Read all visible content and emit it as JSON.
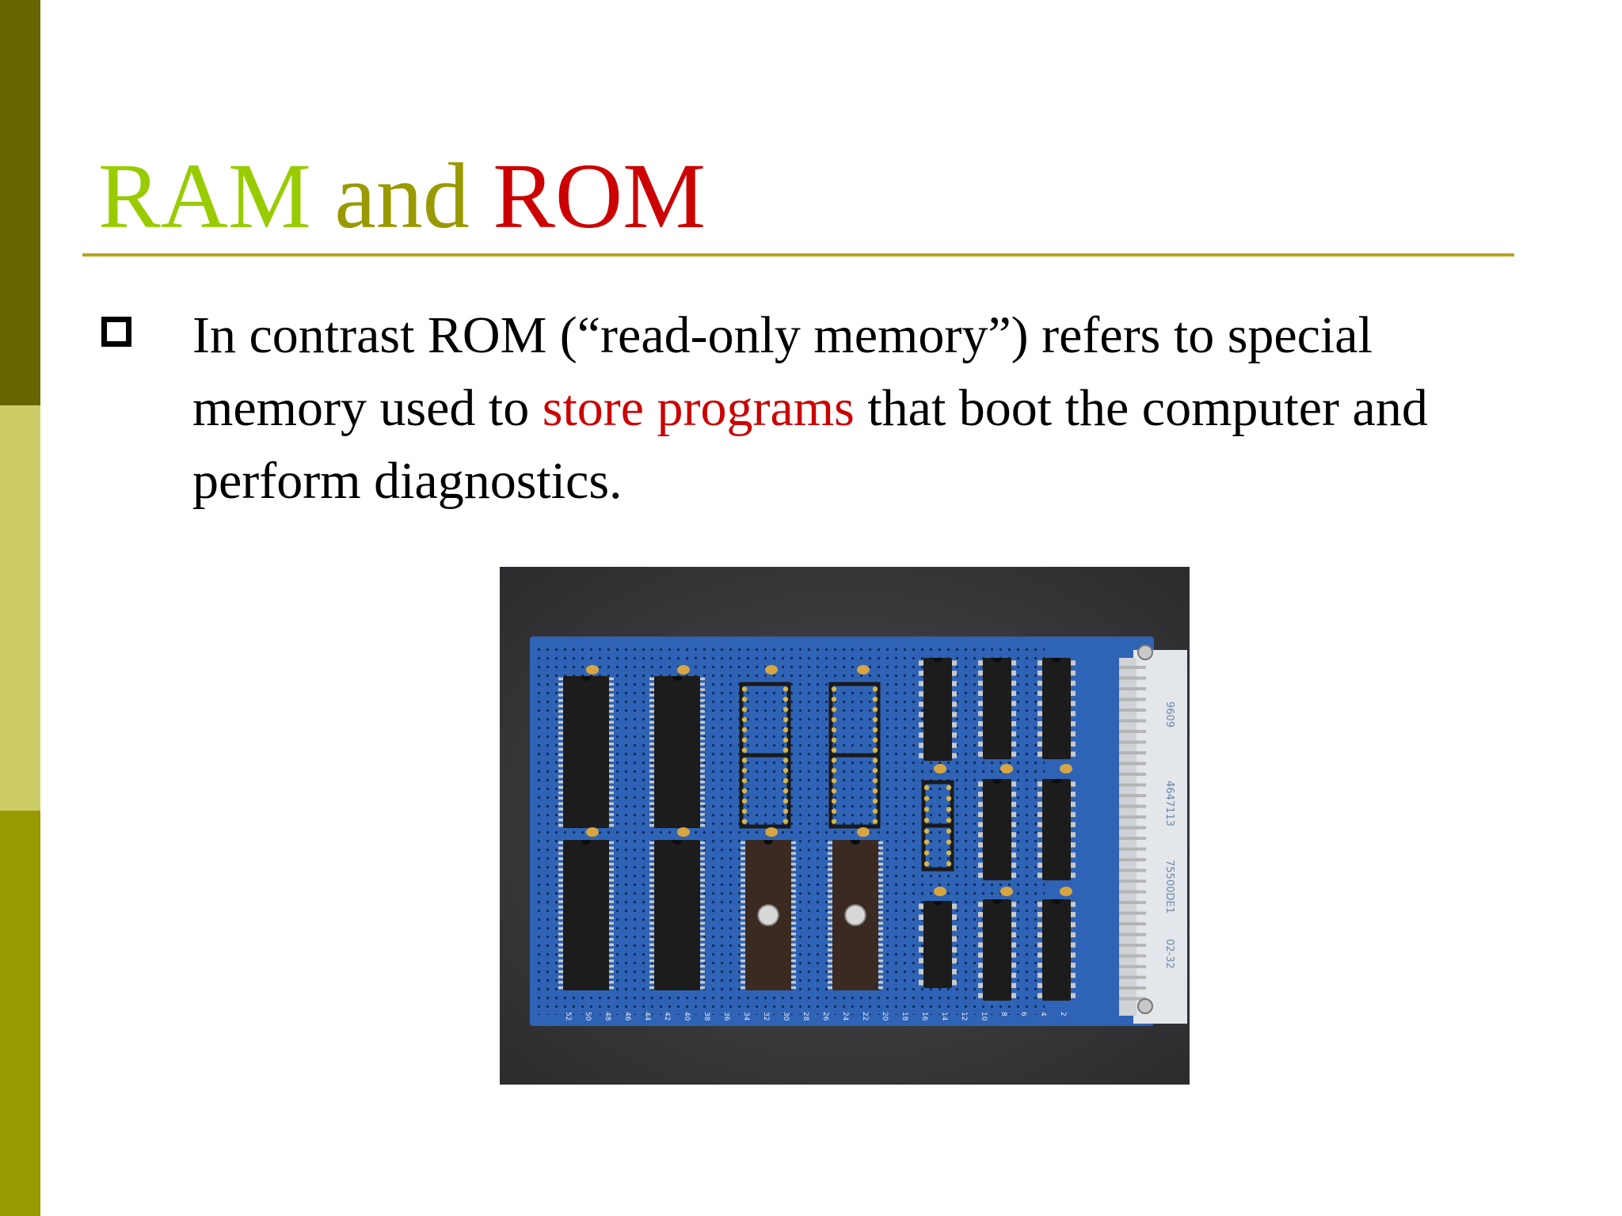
{
  "slide": {
    "title": {
      "part1": "RAM",
      "part2": " and ",
      "part3": "ROM"
    },
    "bullet": {
      "text_before": "In contrast ROM (“read-only memory”) refers to special memory used to ",
      "highlight": "store programs",
      "text_after": " that boot the computer and perform diagnostics."
    },
    "image": {
      "subject": "memory-board-photo"
    }
  },
  "board_labels": {
    "edge": [
      "52",
      "50",
      "48",
      "46",
      "44",
      "42",
      "40",
      "38",
      "36",
      "34",
      "32",
      "30",
      "28",
      "26",
      "24",
      "22",
      "20",
      "18",
      "16",
      "14",
      "12",
      "10",
      "8",
      "6",
      "4",
      "2"
    ],
    "connector": [
      "9609",
      "4647113",
      "75500DE1",
      "02-32"
    ]
  },
  "colors": {
    "ram": "#99cc00",
    "and": "#999900",
    "rom": "#cc0000",
    "highlight": "#cc0000",
    "rule": "#b3a622",
    "bar_top": "#666600",
    "bar_mid": "#cccc66",
    "bar_bottom": "#999900",
    "pcb": "#2f63b5",
    "background_photo": "#3a3a3c"
  }
}
